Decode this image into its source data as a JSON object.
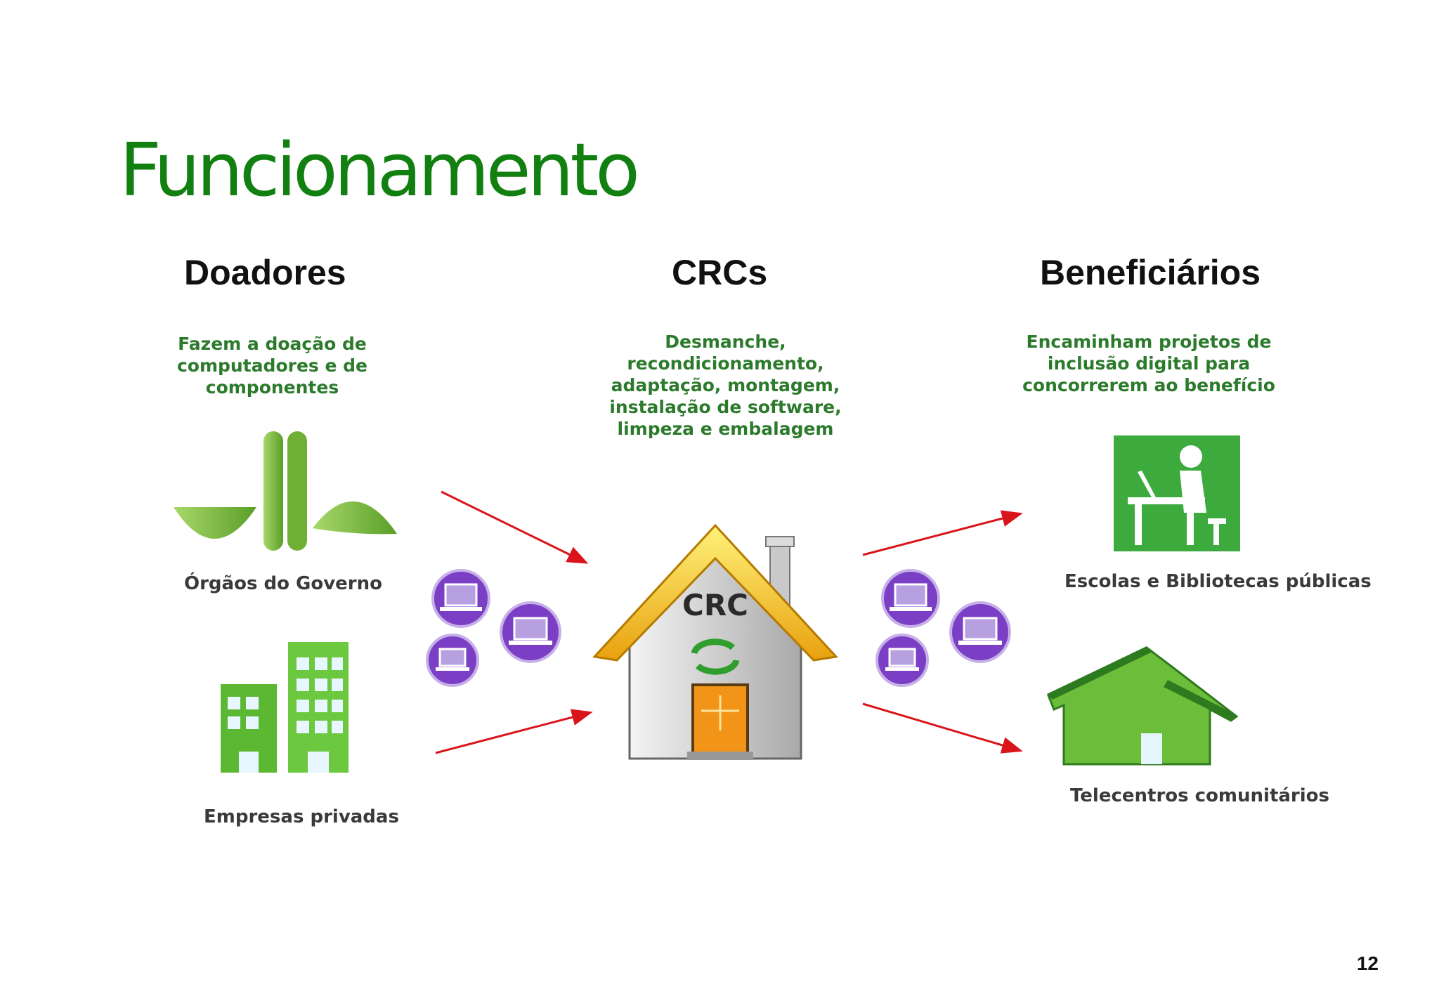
{
  "slide": {
    "title": "Funcionamento",
    "page_number": "12"
  },
  "columns": {
    "donors": {
      "heading": "Doadores",
      "description": "Fazem a doação de computadores e de componentes",
      "items": [
        "Órgãos do Governo",
        "Empresas privadas"
      ]
    },
    "crcs": {
      "heading": "CRCs",
      "description": "Desmanche, recondicionamento, adaptação, montagem, instalação de software, limpeza e embalagem",
      "house_label": "CRC"
    },
    "beneficiaries": {
      "heading": "Beneficiários",
      "description": "Encaminham projetos de inclusão digital para concorrerem ao benefício",
      "items": [
        "Escolas e Bibliotecas públicas",
        "Telecentros comunitários"
      ]
    }
  },
  "colors": {
    "title_green": "#118011",
    "description_green": "#2c7a2c",
    "arrow_red": "#d9151b",
    "laptop_purple": "#7a3fc4",
    "building_green": "#5fbf3a",
    "roof_yellow": "#f5c818"
  },
  "icons": [
    "government-logo-icon",
    "buildings-icon",
    "laptop-icon",
    "recycle-icon",
    "house-icon",
    "school-desk-icon",
    "telecentre-house-icon",
    "arrow-icon"
  ]
}
